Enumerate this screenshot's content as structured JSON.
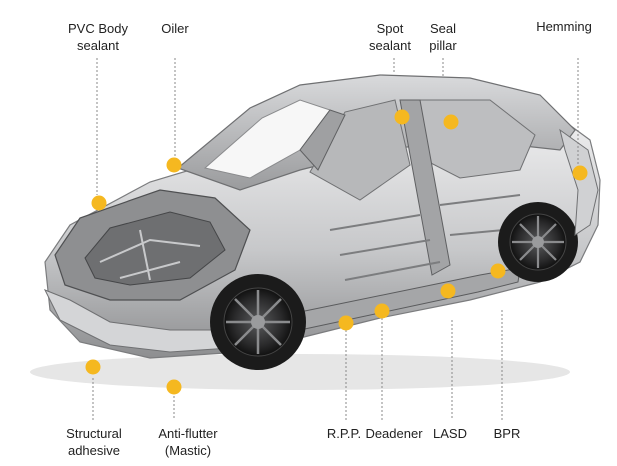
{
  "labels": {
    "pvc_body_sealant": "PVC Body\nsealant",
    "oiler": "Oiler",
    "spot_sealant": "Spot\nsealant",
    "seal_pillar": "Seal\npillar",
    "hemming": "Hemming",
    "structural_adhesive": "Structural\nadhesive",
    "anti_flutter": "Anti-flutter\n(Mastic)",
    "rpp": "R.P.P.",
    "deadener": "Deadener",
    "lasd": "LASD",
    "bpr": "BPR"
  },
  "colors": {
    "marker": "#F5B820",
    "leader": "#888888",
    "body_metal": "#c9cacc",
    "body_dark": "#6d6e70",
    "tire": "#1c1c1c"
  }
}
